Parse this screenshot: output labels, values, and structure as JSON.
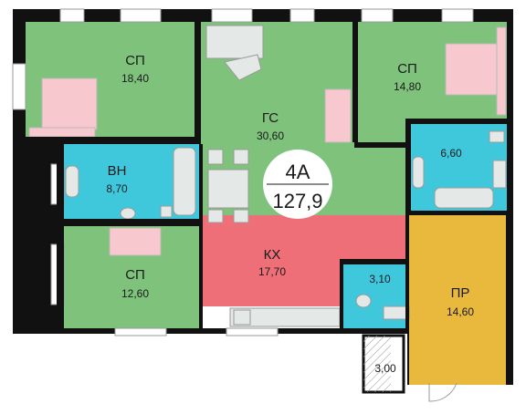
{
  "apartment": {
    "type": "4А",
    "total_area": "127,9"
  },
  "rooms": [
    {
      "label": "СП",
      "area": "18,40",
      "color": "#7ec27c"
    },
    {
      "label": "ГС",
      "area": "30,60",
      "color": "#7ec27c"
    },
    {
      "label": "СП",
      "area": "14,80",
      "color": "#7ec27c"
    },
    {
      "label": "ВН",
      "area": "8,70",
      "color": "#3fc8dc"
    },
    {
      "label": "",
      "area": "6,60",
      "color": "#3fc8dc"
    },
    {
      "label": "СП",
      "area": "12,60",
      "color": "#7ec27c"
    },
    {
      "label": "КХ",
      "area": "17,70",
      "color": "#ef6f78"
    },
    {
      "label": "",
      "area": "3,10",
      "color": "#3fc8dc"
    },
    {
      "label": "ПР",
      "area": "14,60",
      "color": "#e8b93c"
    },
    {
      "label": "",
      "area": "3,00",
      "color": "#ffffff"
    }
  ]
}
